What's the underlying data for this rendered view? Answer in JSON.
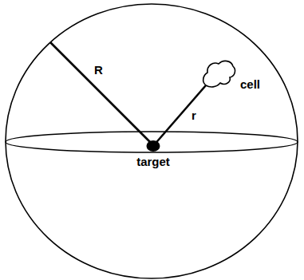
{
  "diagram": {
    "nodes": [
      {
        "text": [
          "cell"
        ]
      },
      {
        "text": [
          "target"
        ]
      }
    ],
    "edges": [
      {
        "from": 1,
        "to": 0,
        "label": "r",
        "arrow": "none"
      }
    ],
    "labels": [
      "R"
    ]
  }
}
